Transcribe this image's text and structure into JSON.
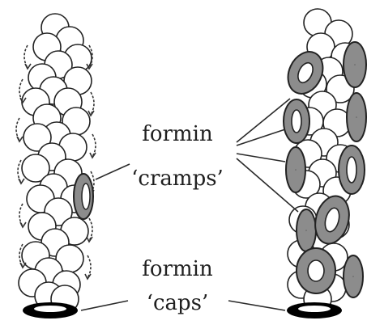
{
  "labels": {
    "cramps": {
      "line1": "formin",
      "line2": "‘cramps’"
    },
    "caps": {
      "line1": "formin",
      "line2": "‘caps’"
    }
  },
  "colors": {
    "subunit_fill": "#ffffff",
    "outline": "#222222",
    "formin_fill": "#8c8c8c",
    "cap_fill": "#000000",
    "arrow": "#333333",
    "leader_line": "#2a2a2a"
  },
  "icons": {
    "actin_subunit": "circle",
    "formin_ring": "torus",
    "rotation_marker": "curved-arrow"
  }
}
